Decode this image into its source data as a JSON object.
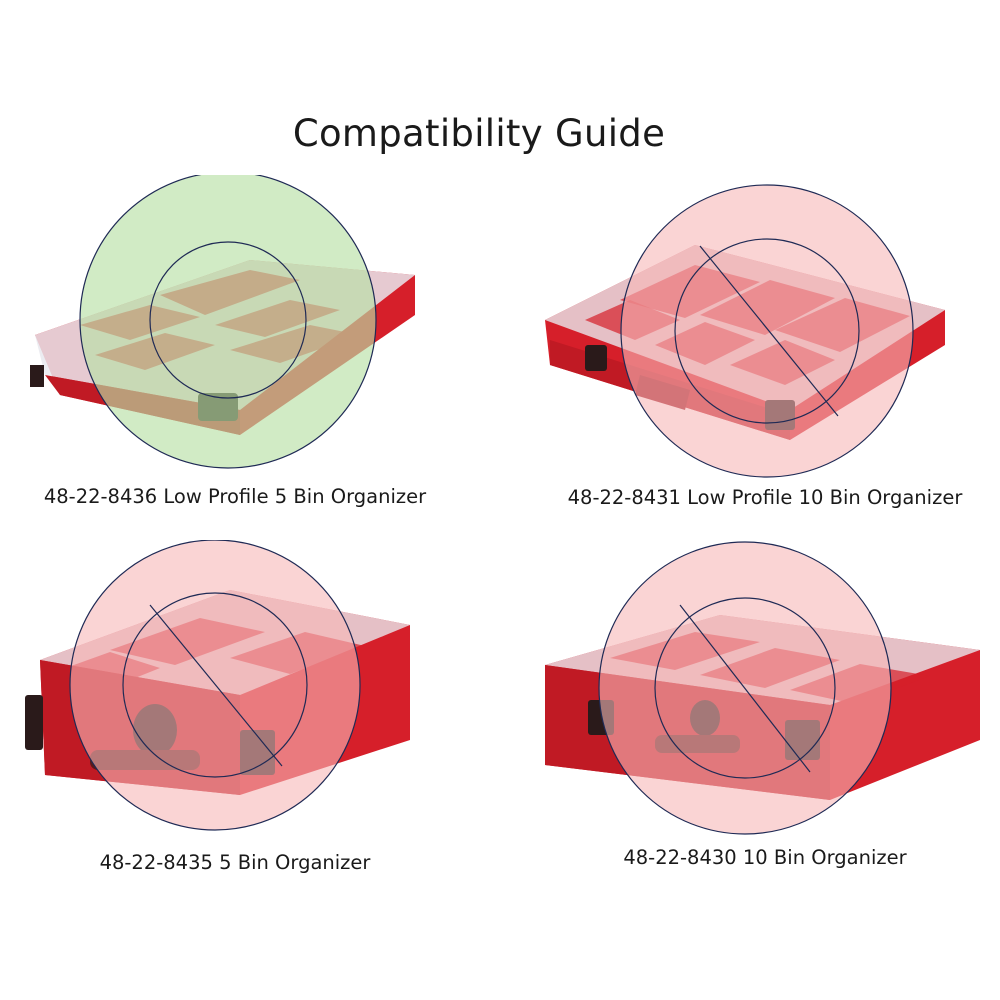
{
  "page": {
    "title": "Compatibility Guide"
  },
  "products": [
    {
      "caption": "48-22-8436 Low Profile 5 Bin Organizer",
      "status": "compatible",
      "overlay_color": "#b9e0a6"
    },
    {
      "caption": "48-22-8431 Low Profile 10 Bin Organizer",
      "status": "not-compatible",
      "overlay_color": "#f6b8b8"
    },
    {
      "caption": "48-22-8435 5 Bin Organizer",
      "status": "not-compatible",
      "overlay_color": "#f6b8b8"
    },
    {
      "caption": "48-22-8430 10 Bin Organizer",
      "status": "not-compatible",
      "overlay_color": "#f6b8b8"
    }
  ],
  "colors": {
    "case_red": "#d61f2a",
    "case_dark_red": "#9e1019",
    "lid_clear": "#e8e8ec",
    "latch_black": "#2a1a1a",
    "ring_stroke": "#1f2a55"
  }
}
